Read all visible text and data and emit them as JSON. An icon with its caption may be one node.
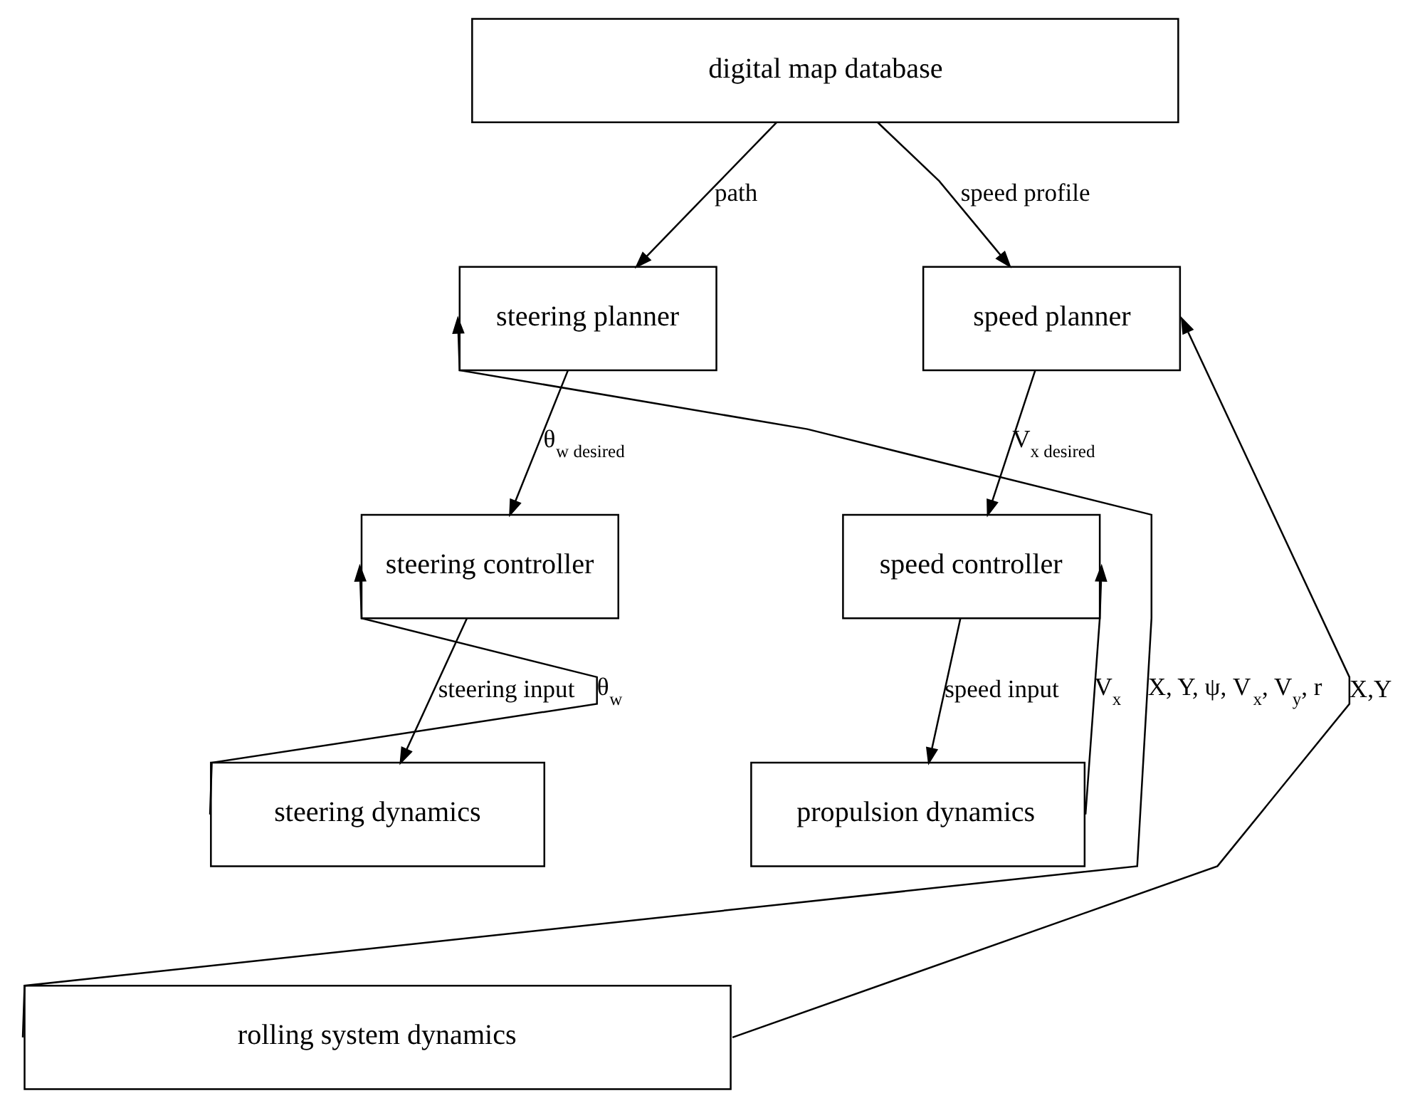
{
  "diagram": {
    "nodes": [
      {
        "text": [
          "digital map database"
        ]
      },
      {
        "text": [
          "steering planner"
        ]
      },
      {
        "text": [
          "speed planner"
        ]
      },
      {
        "text": [
          "steering controller"
        ]
      },
      {
        "text": [
          "speed controller"
        ]
      },
      {
        "text": [
          "steering dynamics"
        ]
      },
      {
        "text": [
          "propulsion dynamics"
        ]
      },
      {
        "text": [
          "rolling system dynamics"
        ]
      }
    ],
    "edges": [
      {
        "from": 0,
        "to": 1,
        "arrow": "to",
        "label": "path"
      },
      {
        "from": 0,
        "to": 2,
        "arrow": "to",
        "label": "speed profile"
      },
      {
        "from": 1,
        "to": 3,
        "arrow": "to",
        "label": "θ$_{w desired}$"
      },
      {
        "from": 2,
        "to": 4,
        "arrow": "to",
        "label": "V$_{x desired}$"
      },
      {
        "from": 3,
        "to": 5,
        "arrow": "to",
        "label": "steering input"
      },
      {
        "from": 4,
        "to": 6,
        "arrow": "to",
        "label": "speed input"
      },
      {
        "from": 5,
        "to": 3,
        "arrow": "to",
        "label": "θ$_{w}$"
      },
      {
        "from": 6,
        "to": 4,
        "arrow": "to",
        "label": "V$_{x}$"
      },
      {
        "from": 7,
        "to": 1,
        "arrow": "to",
        "label": "X, Y, ψ, V$_{x}$, V$_{y}$, r"
      },
      {
        "from": 7,
        "to": 2,
        "arrow": "to",
        "label": "X,Y"
      }
    ]
  }
}
